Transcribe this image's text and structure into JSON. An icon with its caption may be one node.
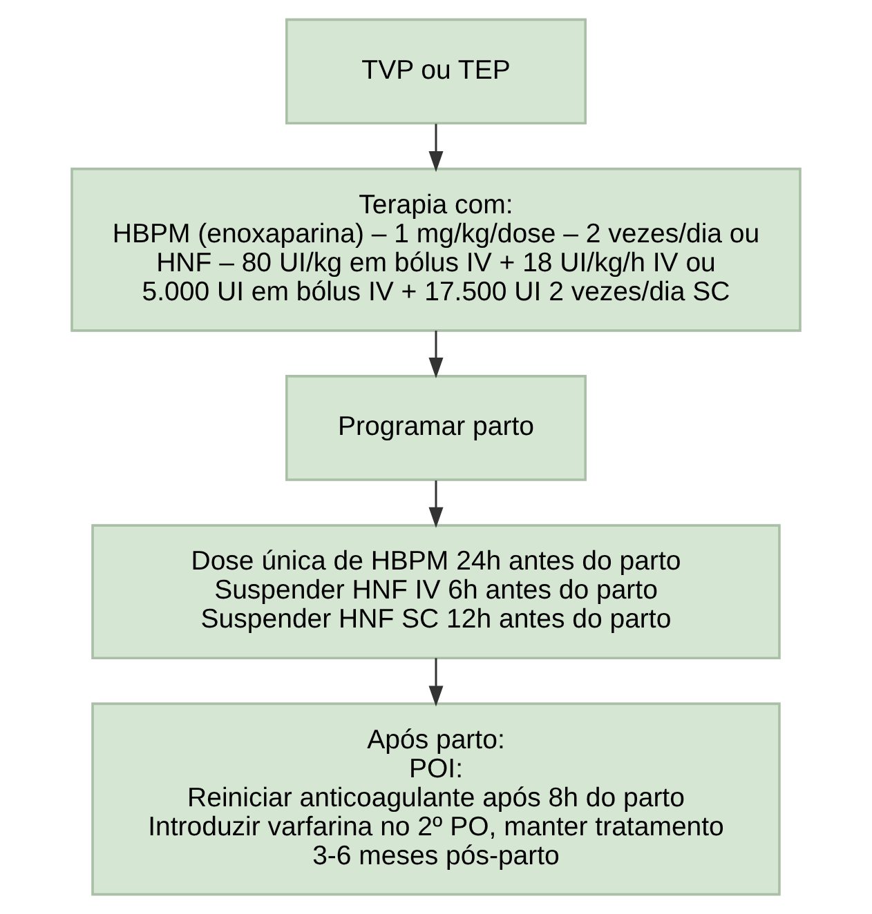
{
  "diagram": {
    "nodes": [
      {
        "text": [
          "TVP ou TEP"
        ]
      },
      {
        "text": [
          "Terapia com:",
          "HBPM (enoxaparina) – 1 mg/kg/dose – 2 vezes/dia ou",
          "HNF – 80 UI/kg em bólus IV + 18 UI/kg/h IV ou",
          "5.000 UI em bólus IV + 17.500 UI 2 vezes/dia SC"
        ]
      },
      {
        "text": [
          "Programar parto"
        ]
      },
      {
        "text": [
          "Dose única de HBPM 24h antes do parto",
          "Suspender HNF IV 6h antes do parto",
          "Suspender HNF SC 12h antes do parto"
        ]
      },
      {
        "text": [
          "Após parto:",
          "POI:",
          "Reiniciar anticoagulante após 8h do parto",
          "Introduzir varfarina no 2º PO, manter tratamento",
          "3-6 meses pós-parto"
        ]
      }
    ],
    "edges": [
      {
        "from": 0,
        "to": 1,
        "arrow": "to"
      },
      {
        "from": 1,
        "to": 2,
        "arrow": "to"
      },
      {
        "from": 2,
        "to": 3,
        "arrow": "to"
      },
      {
        "from": 3,
        "to": 4,
        "arrow": "to"
      }
    ]
  }
}
